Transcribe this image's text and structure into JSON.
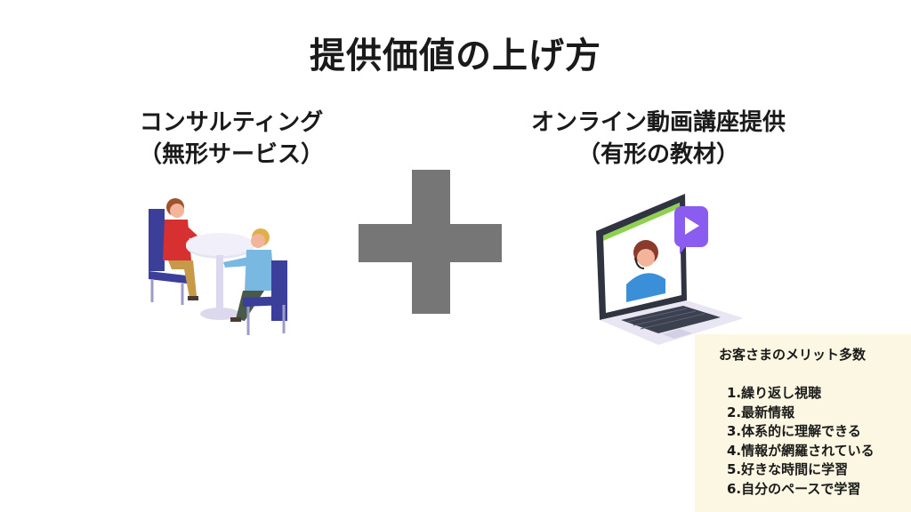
{
  "title": "提供価値の上げ方",
  "left": {
    "line1": "コンサルティング",
    "line2": "（無形サービス）"
  },
  "right": {
    "line1": "オンライン動画講座提供",
    "line2": "（有形の教材）"
  },
  "benefits": {
    "heading": "お客さまのメリット多数",
    "items": [
      "1.繰り返し視聴",
      "2.最新情報",
      "3.体系的に理解できる",
      "4.情報が網羅されている",
      "5.好きな時間に学習",
      "6.自分のペースで学習"
    ]
  },
  "colors": {
    "plus": "#767676",
    "benefit_bg": "#fbf7e2",
    "chair": "#3b3f9a",
    "accent_purple": "#8a5cf0",
    "screen_green": "#8fd14f"
  },
  "icons": [
    "consulting-meeting-icon",
    "plus-icon",
    "online-video-laptop-icon"
  ]
}
